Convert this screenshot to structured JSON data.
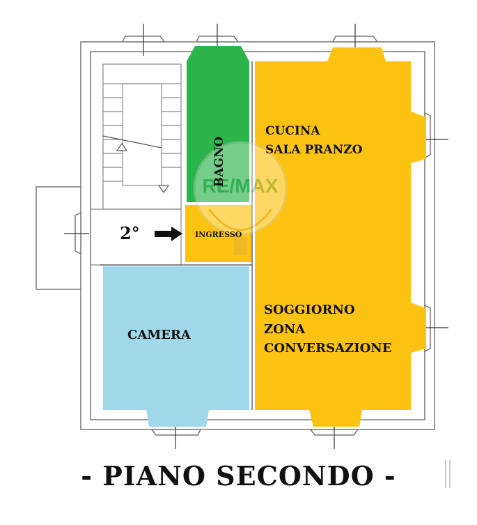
{
  "plan": {
    "floor_label": "2°",
    "title": "- PIANO SECONDO -",
    "watermark": "RE/MAX",
    "rooms": [
      {
        "id": "bagno",
        "label": "BAGNO",
        "color": "#2bb44a"
      },
      {
        "id": "cucina",
        "label_lines": [
          "CUCINA",
          "SALA PRANZO"
        ],
        "color": "#fcc312"
      },
      {
        "id": "ingresso",
        "label": "INGRESSO",
        "color": "#fcc312"
      },
      {
        "id": "soggiorno",
        "label_lines": [
          "SOGGIORNO",
          "ZONA",
          "CONVERSAZIONE"
        ],
        "color": "#fcc312"
      },
      {
        "id": "camera",
        "label": "CAMERA",
        "color": "#a0d8ea"
      }
    ]
  }
}
